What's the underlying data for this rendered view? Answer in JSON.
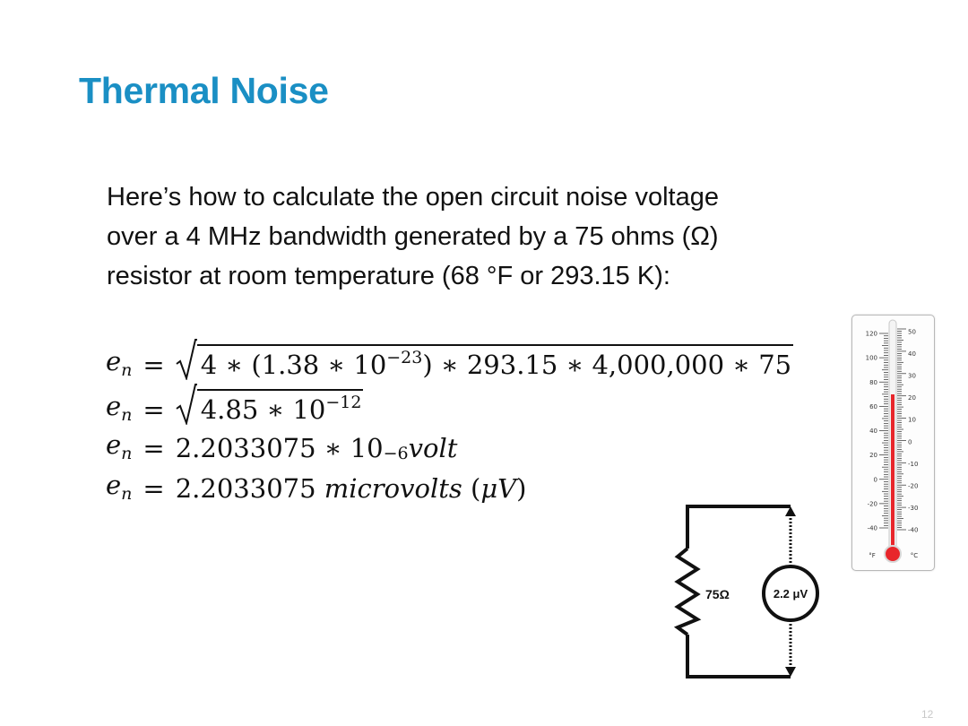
{
  "slide": {
    "title": "Thermal Noise",
    "page_number": "12"
  },
  "intro": {
    "lines": [
      "Here’s how to calculate the open circuit noise voltage",
      "over a 4 MHz bandwidth generated by a 75 ohms (Ω)",
      "resistor at room temperature (68 °F or 293.15 K):"
    ]
  },
  "equations": {
    "var_base": "e",
    "var_sub": "n",
    "equals": "=",
    "eq1": {
      "part_a": "4 ∗ (1.38 ∗ 10",
      "exp": "−23",
      "part_b": ") ∗ 293.15 ∗ 4,000,000 ∗ 75"
    },
    "eq2": {
      "part_a": "4.85 ∗ 10",
      "exp": "−12"
    },
    "eq3": {
      "part_a": "2.2033075 ∗ 10",
      "exp": "−6",
      "unit": "volt"
    },
    "eq4": {
      "value": "2.2033075 ",
      "unit": "microvolts",
      "paren_open": " (",
      "symbol": "μV",
      "paren_close": ")"
    }
  },
  "thermometer": {
    "f_labels": [
      "120",
      "100",
      "80",
      "60",
      "40",
      "20",
      "0",
      "-20",
      "-40"
    ],
    "c_labels": [
      "50",
      "40",
      "30",
      "20",
      "10",
      "0",
      "-10",
      "-20",
      "-30",
      "-40"
    ],
    "f_unit": "°F",
    "c_unit": "°C",
    "mercury_color": "#e8262b"
  },
  "circuit": {
    "resistor_label": "75Ω",
    "source_label": "2.2 μV"
  }
}
